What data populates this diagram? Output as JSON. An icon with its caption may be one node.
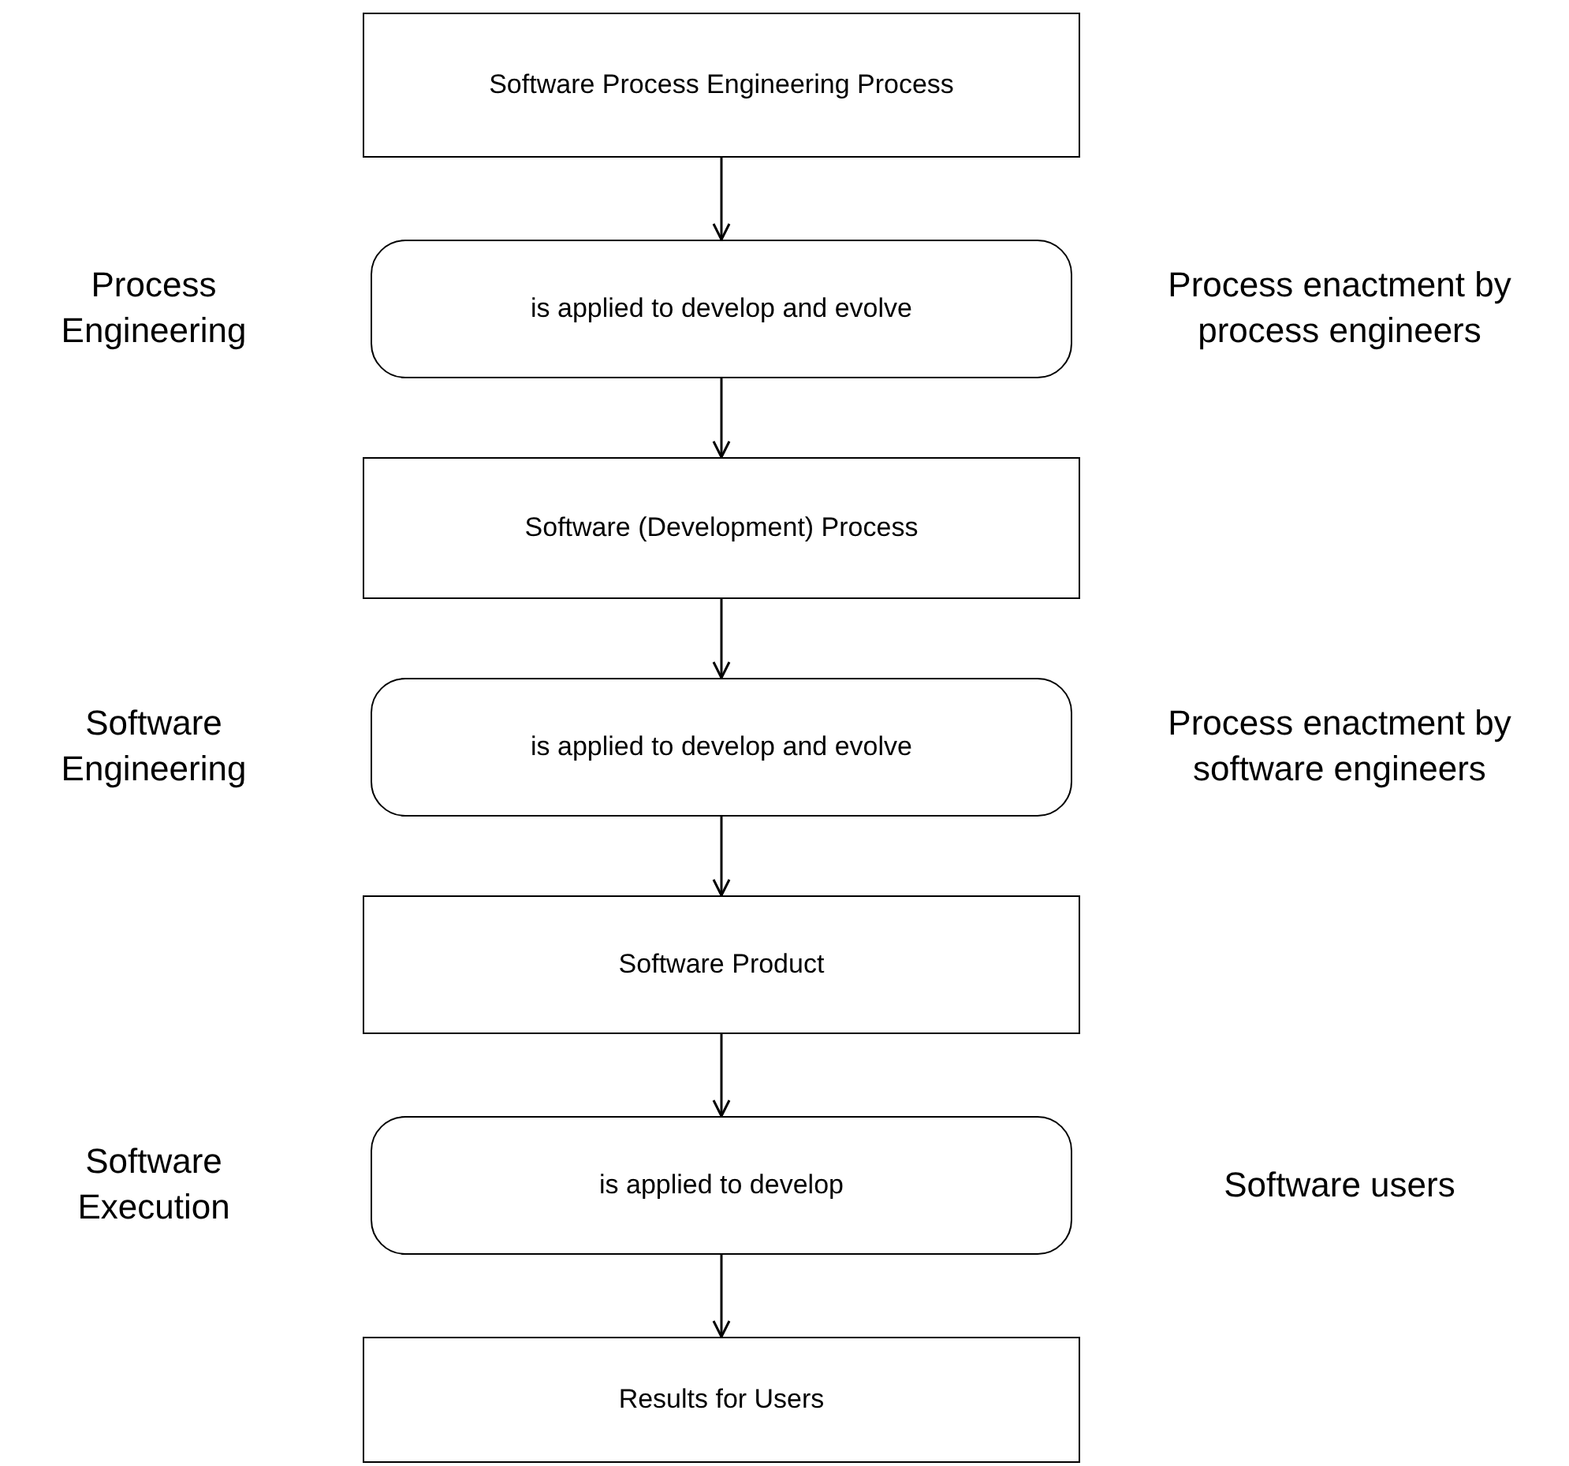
{
  "diagram": {
    "nodes": [
      {
        "text": [
          "Software Process Engineering Process"
        ]
      },
      {
        "text": [
          "is applied to develop and evolve"
        ]
      },
      {
        "text": [
          "Software (Development) Process"
        ]
      },
      {
        "text": [
          "is applied to develop and evolve"
        ]
      },
      {
        "text": [
          "Software Product"
        ]
      },
      {
        "text": [
          "is applied to develop"
        ]
      },
      {
        "text": [
          "Results for Users"
        ]
      }
    ],
    "edges": [
      {
        "from": 0,
        "to": 1,
        "arrow": "to"
      },
      {
        "from": 1,
        "to": 2,
        "arrow": "to"
      },
      {
        "from": 2,
        "to": 3,
        "arrow": "to"
      },
      {
        "from": 3,
        "to": 4,
        "arrow": "to"
      },
      {
        "from": 4,
        "to": 5,
        "arrow": "to"
      },
      {
        "from": 5,
        "to": 6,
        "arrow": "to"
      }
    ],
    "labels": [
      "Process Engineering",
      "Process enactment by process engineers",
      "Software Engineering",
      "Process enactment by software engineers",
      "Software Execution",
      "Software users"
    ]
  }
}
